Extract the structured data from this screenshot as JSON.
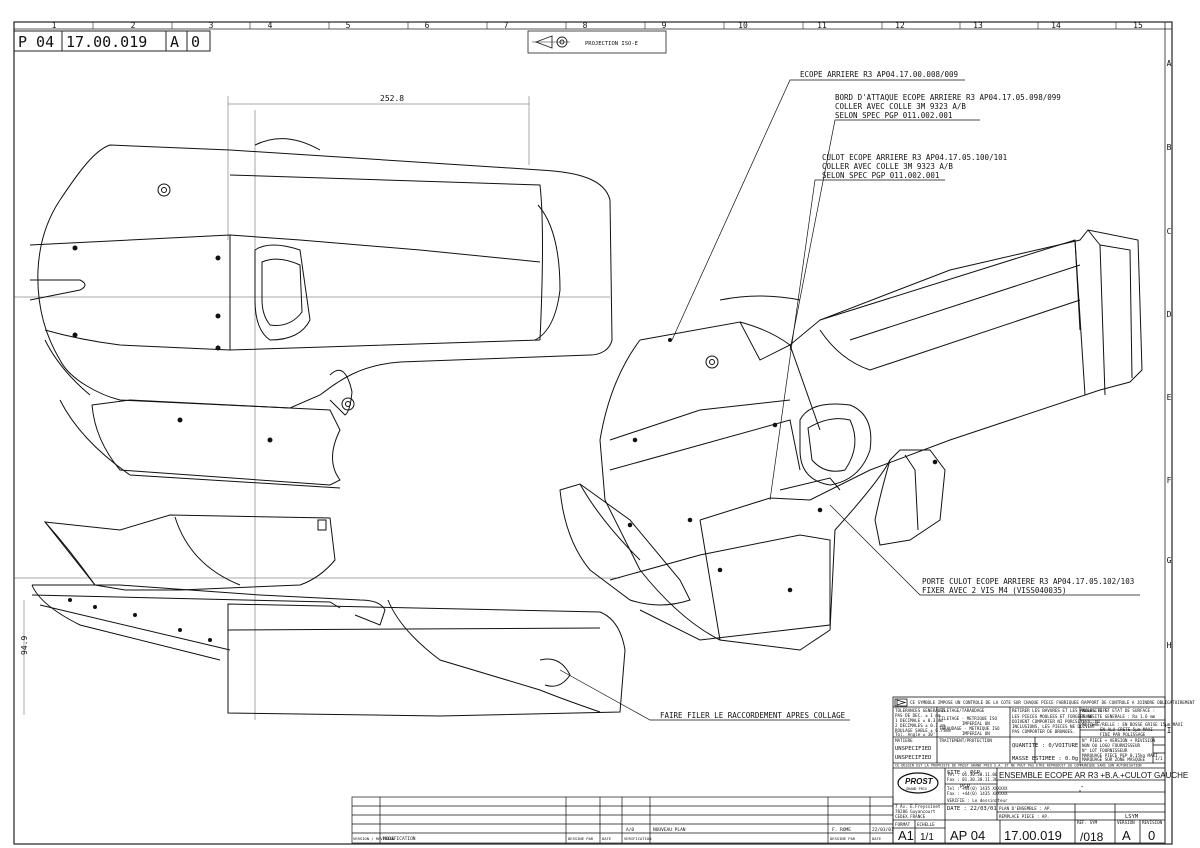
{
  "header": {
    "prefix": "P 04",
    "number": "17.00.019",
    "rev_a": "A",
    "rev_0": "0",
    "projection": "PROJECTION ISO-E"
  },
  "grid": {
    "columns": [
      "1",
      "2",
      "3",
      "4",
      "5",
      "6",
      "7",
      "8",
      "9",
      "10",
      "11",
      "12",
      "13",
      "14",
      "15"
    ],
    "rows": [
      "A",
      "B",
      "C",
      "D",
      "E",
      "F",
      "G",
      "H",
      "I"
    ]
  },
  "dimensions": {
    "top": "252.8",
    "side": "94.9"
  },
  "callouts": {
    "c1": "ECOPE ARRIERE R3 AP04.17.00.008/009",
    "c2_l1": "BORD D'ATTAQUE ECOPE ARRIERE R3 AP04.17.05.098/099",
    "c2_l2": "COLLER AVEC COLLE 3M 9323 A/B",
    "c2_l3": "SELON SPEC PGP 011.002.001",
    "c3_l1": "CULOT ECOPE ARRIERE R3 AP04.17.05.100/101",
    "c3_l2": "COLLER AVEC COLLE 3M 9323 A/B",
    "c3_l3": "SELON SPEC PGP 011.002.001",
    "c4_l1": "PORTE CULOT ECOPE ARRIERE R3 AP04.17.05.102/103",
    "c4_l2": "FIXER AVEC 2 VIS M4 (VISS040035)",
    "c5": "FAIRE FILER LE RACCORDEMENT APRES COLLAGE"
  },
  "title_block": {
    "note": "CE SYMBOLE IMPOSE UN CONTROLE DE LA COTE SUR CHAQUE PIECE FABRIQUEE RAPPORT DE CONTROLE A JOINDRE OBLIGATOIREMENT",
    "tol_head": "TOLERANCES GENERALES",
    "tol_rows": [
      "PAS DE DEC.  ± 1 mm",
      "1 DECIMALE  ± 0.3 mm",
      "2 DECIMALES  ± 0.1 mm",
      "ROULAGE SABLE  ± 0.75mm",
      "Tol. Angle  ± 30'"
    ],
    "finish_head": "FILETAGE/TARAUDAGE",
    "finish_rows": [
      "FILETAGE - METRIQUE ISO",
      "IMPERIAL UN",
      "TARAUDAGE - METRIQUE ISO",
      "IMPERIAL UN"
    ],
    "notes_head": "RETIRER LES BAVURES ET LES ANGLES VIFS",
    "notes_rows": [
      "LES PIECES MOULEES ET FORGEES NE",
      "DOIVENT COMPORTER NI PORCSITEES, NI",
      "INCLUSIONS, LES PIECES NE DOIVENT",
      "PAS COMPORTER DE BRUNOES."
    ],
    "surface_head": "RUGOSITE ET ETAT DE SURFACE :",
    "surface_rows": [
      "RUGOSITE GENERALE : Ra 1.6 mm",
      "MATIERE/RELLE : EN BOSSE GRISE 15µm MAXI",
      "EN ALU CRETE 5µm MAXI",
      "FINI PAR POLISSAGE"
    ],
    "material_head": "MATIERE",
    "material_rows": [
      "UNSPECIFIED",
      "UNSPECIFIED"
    ],
    "treatment_head": "TRAITEMENT/PROTECTION",
    "quantity": "QUANTITE : 0/VOITURE",
    "mass": "MASSE ESTIMEE : 0.0g",
    "gestion_rows": [
      "N° PIECE + VERSION + REVISION",
      "NON OU LOGO FOURNISSEUR",
      "N° LOT FOURNISSEUR",
      "MARQUAGE PIECE PEP 0.15kg MAXI",
      "MARQUAGE SUR ZONE MASQUEE"
    ],
    "ech": "1/1",
    "property": "CE DESSIN EST LA PROPRIETE DE PROST GRAND PRIX S.A. ET NE PEUT PAS ETRE REPRODUIT OU COMMUNIQUE SANS SON AUTORISATION",
    "logo": "PROST",
    "logo_sub": "GRAND PRIX",
    "address_rows": [
      "7 Av. E.Freyssinet",
      "78286 Guyancourt",
      "CEDEX FRANCE"
    ],
    "site_label": "SITE : PGP",
    "site_rows": [
      "PGP",
      "Tel : 01.30.30.11.00",
      "Fax : 01.30.30.11.36"
    ],
    "ref_rows": [
      "Tel : +44(0) 1435 XXXXXX",
      "Fax : +44(0) 1435 XXXXXX"
    ],
    "verif": "VERIFIE : Le dessinateur",
    "date": "DATE : 22/03/01",
    "title": "ENSEMBLE ECOPE AR R3 +B.A.+CULOT GAUCHE",
    "title_dash": "-",
    "plan": "PLAN D'ENSEMBLE : AP.",
    "remplace": "REMPLACE PIECE : AP.",
    "lsym": "LSYM",
    "format_label": "FORMAT",
    "echelle_label": "ECHELLE",
    "format": "A1",
    "echelle": "1/1",
    "ap": "AP 04",
    "doc_number": "17.00.019",
    "ref_sym_label": "REF. SYM",
    "ref_sym": "/018",
    "version_label": "VERSION",
    "revision_label": "REVISION",
    "version": "A",
    "revision": "0"
  },
  "revision_table": {
    "a_label": "A/0",
    "nouveau_plan": "NOUVEAU PLAN",
    "dessine": "F. ROME",
    "rev_date": "22/03/01",
    "col_version": "VERSION / REVISION",
    "col_modification": "MODIFICATION",
    "col_dessine_par": "DESSINE PAR",
    "col_date": "DATE",
    "col_verification": "VERIFICATION",
    "col_dessine_par2": "DESSINE PAR",
    "col_date2": "DATE"
  }
}
